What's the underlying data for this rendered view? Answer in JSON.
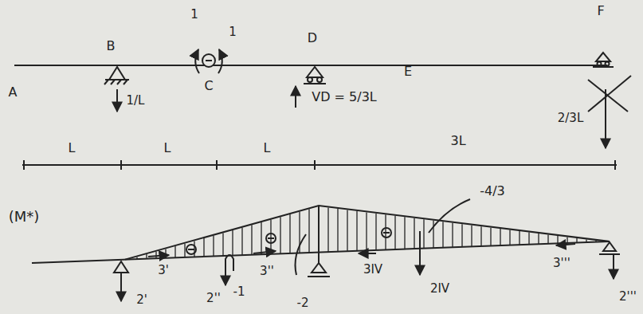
{
  "diagram": {
    "labels": [
      "1",
      "1",
      "B",
      "D",
      "F",
      "A",
      "C",
      "E",
      "1/L",
      "VD = 5/3L",
      "2/3L",
      "L",
      "L",
      "L",
      "3L",
      "(M*)",
      "-4/3",
      "3'",
      "2'",
      "2''",
      "-1",
      "3''",
      "-2",
      "3IV",
      "2IV",
      "3'''",
      "2'''"
    ]
  }
}
